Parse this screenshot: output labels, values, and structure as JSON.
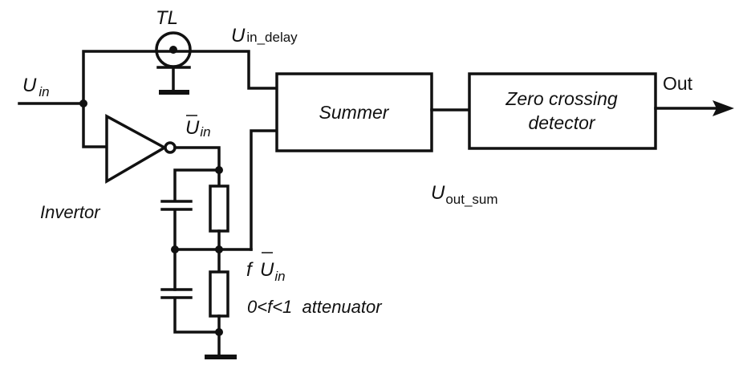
{
  "diagram": {
    "type": "block-diagram",
    "description": "Zero-crossing detector with delay-line and inverted attenuated signal summation",
    "labels": {
      "tl": "TL",
      "u_in": "U",
      "u_in_sub": "in",
      "u_in_delay": "U",
      "u_in_delay_sub": "in_delay",
      "u_in_bar": "U",
      "u_in_bar_sub": "in",
      "invertor": "Invertor",
      "f_u_in_f": "f",
      "f_u_in": "U",
      "f_u_in_sub": "in",
      "attenuator": "0<f<1  attenuator",
      "u_out_sum": "U",
      "u_out_sum_sub": "out_sum",
      "out": "Out"
    },
    "blocks": [
      {
        "id": "summer",
        "label": "Summer"
      },
      {
        "id": "zcd",
        "label_line1": "Zero crossing",
        "label_line2": "detector"
      }
    ],
    "components": [
      "transmission-line",
      "inverter",
      "resistor",
      "resistor",
      "capacitor",
      "capacitor",
      "ground",
      "ground"
    ],
    "connections": [
      [
        "input",
        "transmission-line"
      ],
      [
        "input",
        "inverter"
      ],
      [
        "transmission-line",
        "summer"
      ],
      [
        "inverter",
        "attenuator"
      ],
      [
        "attenuator",
        "summer"
      ],
      [
        "summer",
        "zcd"
      ],
      [
        "zcd",
        "output"
      ]
    ]
  }
}
